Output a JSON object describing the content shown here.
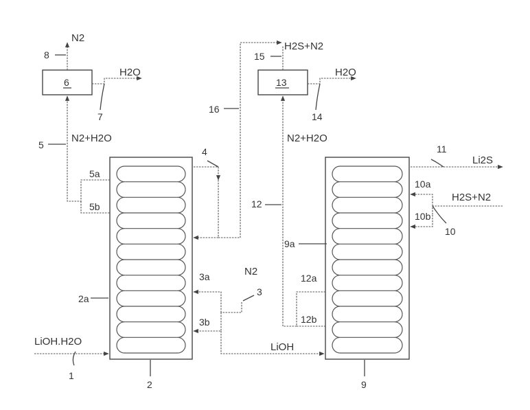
{
  "labels": {
    "lioh_h2o": "LiOH.H2O",
    "n2_out": "N2",
    "h2o_out_left": "H2O",
    "n2_h2o_left": "N2+H2O",
    "h2s_n2_top": "H2S+N2",
    "h2o_out_right": "H2O",
    "n2_h2o_right": "N2+H2O",
    "li2s": "Li2S",
    "h2s_n2_in": "H2S+N2",
    "n2_in": "N2",
    "lioh": "LiOH"
  },
  "refs": {
    "r1": "1",
    "r2": "2",
    "r2a": "2a",
    "r3": "3",
    "r3a": "3a",
    "r3b": "3b",
    "r4": "4",
    "r5": "5",
    "r5a": "5a",
    "r5b": "5b",
    "r6": "6",
    "r7": "7",
    "r8": "8",
    "r9": "9",
    "r9a": "9a",
    "r10": "10",
    "r10a": "10a",
    "r10b": "10b",
    "r11": "11",
    "r12": "12",
    "r12a": "12a",
    "r12b": "12b",
    "r13": "13",
    "r14": "14",
    "r15": "15",
    "r16": "16"
  }
}
